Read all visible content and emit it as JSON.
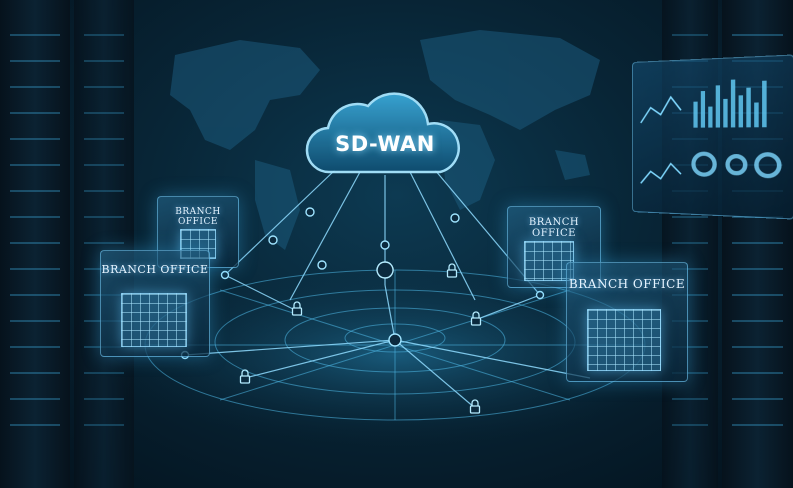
{
  "cloud": {
    "label": "SD-WAN"
  },
  "branches": [
    {
      "id": "back-left",
      "label": "BRANCH OFFICE"
    },
    {
      "id": "front-left",
      "label": "BRANCH OFFICE"
    },
    {
      "id": "back-right",
      "label": "BRANCH OFFICE"
    },
    {
      "id": "front-right",
      "label": "BRANCH OFFICE"
    }
  ],
  "icons": [
    "cloud-icon",
    "lock-icon",
    "building-icon",
    "world-map",
    "server-rack",
    "analytics-dashboard"
  ],
  "colors": {
    "accent": "#6fd3ff",
    "background": "#041624",
    "glow": "#3fb4f0"
  }
}
